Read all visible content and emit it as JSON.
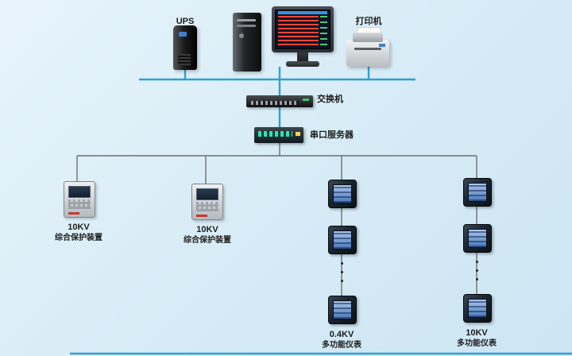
{
  "colors": {
    "bg": "#d6ebf6",
    "bus": "#2e9fd4",
    "branch": "#6f6f6f",
    "label": "#1d1d1d"
  },
  "top_devices": {
    "ups_label": "UPS",
    "printer_label": "打印机"
  },
  "network": {
    "switch_label": "交换机",
    "serial_server_label": "串口服务器"
  },
  "branches": {
    "protection1": {
      "voltage": "10KV",
      "name": "综合保护装置"
    },
    "protection2": {
      "voltage": "10KV",
      "name": "综合保护装置"
    },
    "meters_lv": {
      "voltage": "0.4KV",
      "name": "多功能仪表"
    },
    "meters_hv": {
      "voltage": "10KV",
      "name": "多功能仪表"
    }
  }
}
